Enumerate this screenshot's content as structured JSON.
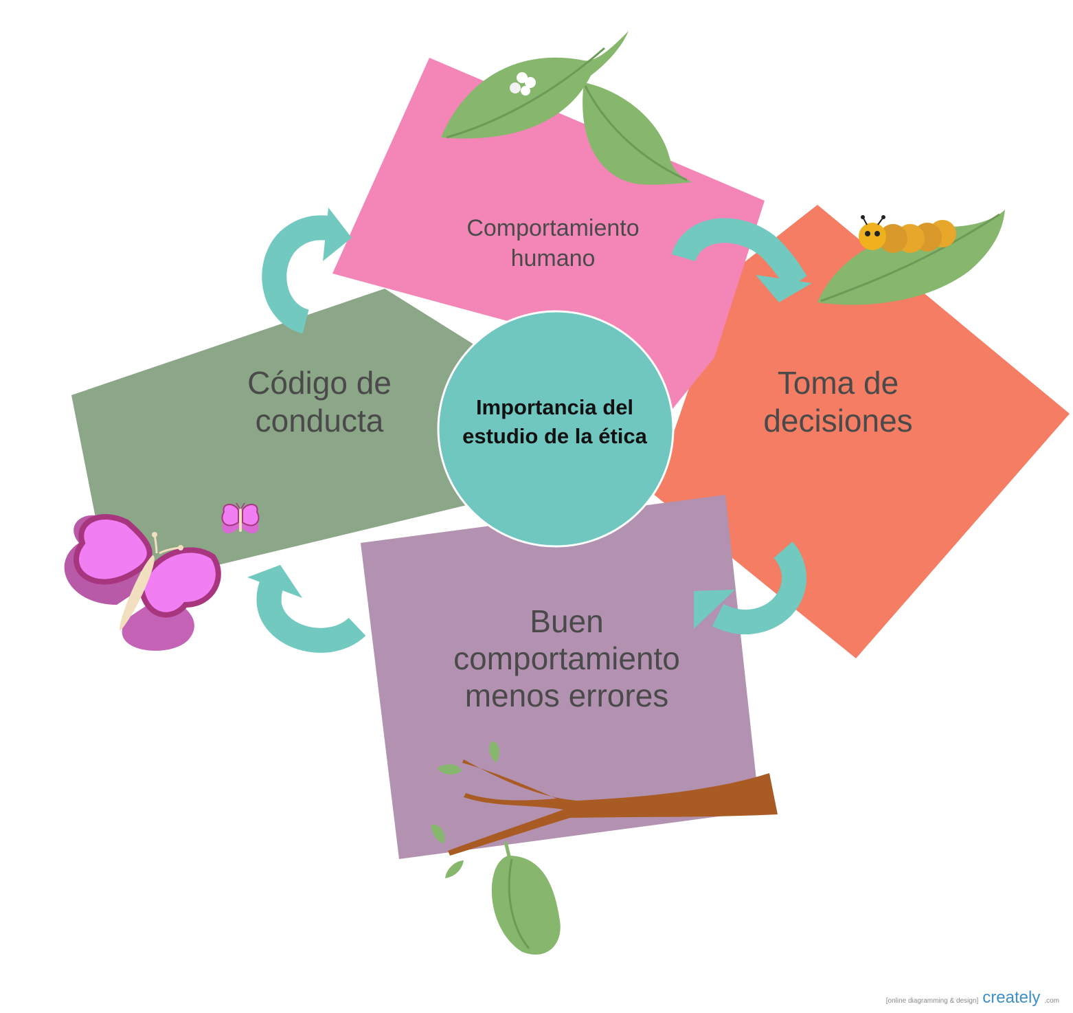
{
  "diagram": {
    "title": "Importancia del estudio de la ética",
    "nodes": [
      {
        "id": "top",
        "label": "Comportamiento\nhumano",
        "color": "#f386b7"
      },
      {
        "id": "right",
        "label": "Toma de\ndecisiones",
        "color": "#f47d63"
      },
      {
        "id": "bottom",
        "label": "Buen\ncomportamiento\nmenos errores",
        "color": "#b392b1"
      },
      {
        "id": "left",
        "label": "Código de\nconducta",
        "color": "#8ca688"
      }
    ],
    "center_color": "#6fc7bf",
    "arrow_color": "#72c9c0",
    "cycle": [
      "top",
      "right",
      "bottom",
      "left"
    ]
  },
  "icons": [
    "leaf-with-eggs-icon",
    "caterpillar-icon",
    "branch-with-chrysalis-icon",
    "butterfly-icon",
    "small-butterfly-icon"
  ],
  "watermark": {
    "tagline": "[online diagramming & design]",
    "brand": "creately",
    "domain": ".com"
  }
}
